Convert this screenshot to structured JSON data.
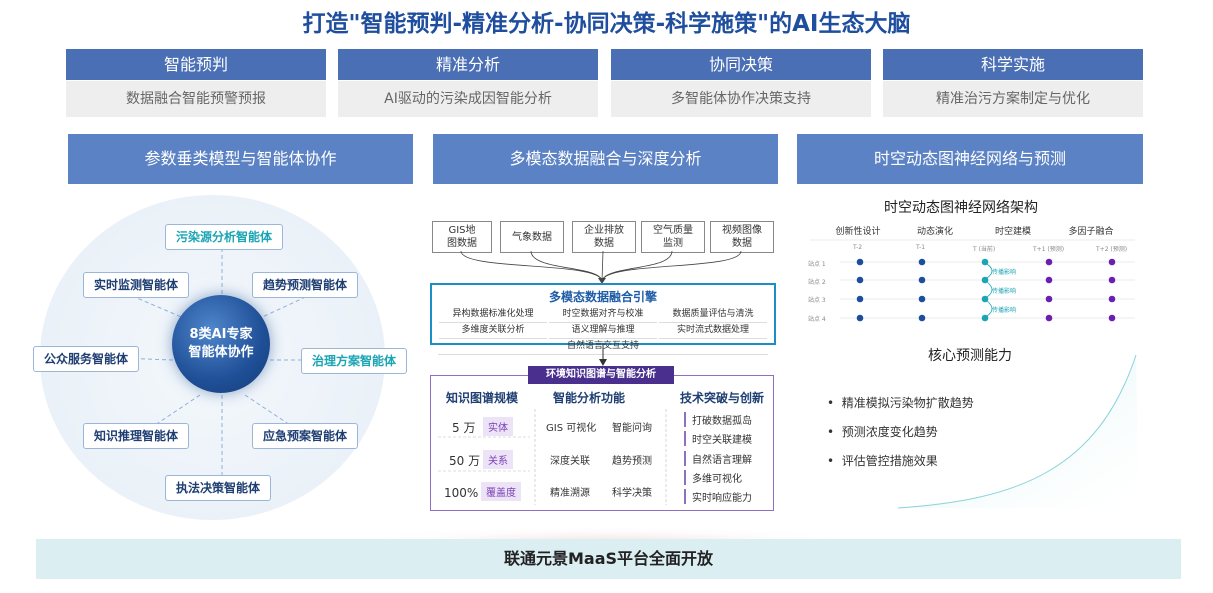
{
  "title": "打造\"智能预判-精准分析-协同决策-科学施策\"的AI生态大脑",
  "pillars": [
    {
      "head": "智能预判",
      "sub": "数据融合智能预警预报"
    },
    {
      "head": "精准分析",
      "sub": "AI驱动的污染成因智能分析"
    },
    {
      "head": "协同决策",
      "sub": "多智能体协作决策支持"
    },
    {
      "head": "科学实施",
      "sub": "精准治污方案制定与优化"
    }
  ],
  "sections": [
    {
      "head": "参数垂类模型与智能体协作"
    },
    {
      "head": "多模态数据融合与深度分析"
    },
    {
      "head": "时空动态图神经网络与预测"
    }
  ],
  "agents": {
    "core_line1": "8类AI专家",
    "core_line2": "智能体协作",
    "items": [
      {
        "label": "污染源分析智能体"
      },
      {
        "label": "实时监测智能体"
      },
      {
        "label": "趋势预测智能体"
      },
      {
        "label": "公众服务智能体"
      },
      {
        "label": "治理方案智能体"
      },
      {
        "label": "知识推理智能体"
      },
      {
        "label": "应急预案智能体"
      },
      {
        "label": "执法决策智能体"
      }
    ]
  },
  "fusion": {
    "sources": [
      {
        "l1": "GIS地",
        "l2": "图数据"
      },
      {
        "l1": "气象数据",
        "l2": ""
      },
      {
        "l1": "企业排放",
        "l2": "数据"
      },
      {
        "l1": "空气质量",
        "l2": "监测"
      },
      {
        "l1": "视频图像",
        "l2": "数据"
      }
    ],
    "engine_title": "多模态数据融合引擎",
    "engine_items": [
      "异构数据标准化处理",
      "时空数据对齐与校准",
      "数据质量评估与清洗",
      "多维度关联分析",
      "语义理解与推理",
      "实时流式数据处理",
      "自然语言交互支持"
    ],
    "kg_banner": "环境知识图谱与智能分析",
    "kg_col1_title": "知识图谱规模",
    "kg_col2_title": "智能分析功能",
    "kg_col3_title": "技术突破与创新",
    "kg_rows": [
      {
        "num": "5 万",
        "badge": "实体",
        "f1": "GIS 可视化",
        "f2": "智能问询"
      },
      {
        "num": "50 万",
        "badge": "关系",
        "f1": "深度关联",
        "f2": "趋势预测"
      },
      {
        "num": "100%",
        "badge": "覆盖度",
        "f1": "精准溯源",
        "f2": "科学决策"
      }
    ],
    "kg_breakthroughs": [
      "打破数据孤岛",
      "时空关联建模",
      "自然语言理解",
      "多维可视化",
      "实时响应能力"
    ]
  },
  "gnn": {
    "arch_title": "时空动态图神经网络架构",
    "columns": [
      "创新性设计",
      "动态演化",
      "时空建模",
      "多因子融合"
    ],
    "times": [
      "T-2",
      "T-1",
      "T (当前)",
      "T+1 (预测)",
      "T+2 (预测)"
    ],
    "sites": [
      "站点 1",
      "站点 2",
      "站点 3",
      "站点 4"
    ],
    "edge_label": "传播影响",
    "core_caption": "核心预测能力",
    "bullets": [
      "精准模拟污染物扩散趋势",
      "预测浓度变化趋势",
      "评估管控措施效果"
    ]
  },
  "bottom": "联通元景MaaS平台全面开放",
  "colors": {
    "primary": "#1f4e9e",
    "head": "#4a6fb5",
    "section": "#5b82c4",
    "teal": "#1aa4b4",
    "purple": "#4a2f8f"
  }
}
